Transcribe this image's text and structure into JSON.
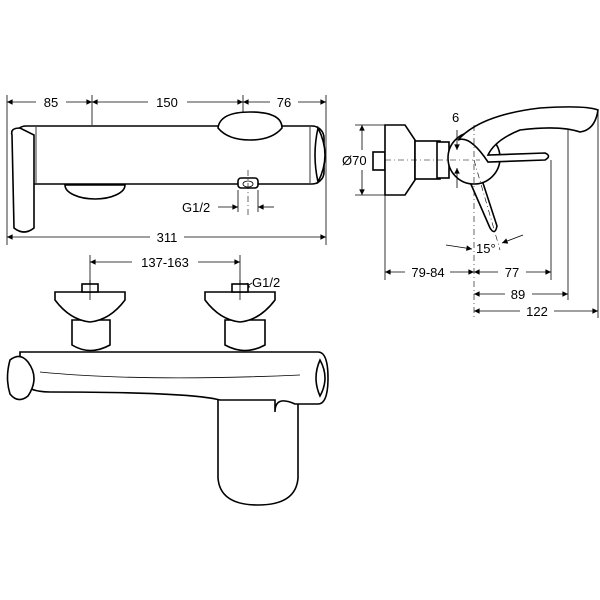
{
  "title": "Wall-mounted bath/shower mixer dimension drawing",
  "front_view": {
    "dims_top": [
      "85",
      "150",
      "76"
    ],
    "thread_label": "G1/2",
    "overall_width": "311"
  },
  "top_view": {
    "inlet_spacing": "137-163",
    "thread_label": "G1/2"
  },
  "side_view": {
    "flange_diameter": "Ø70",
    "offset": "6",
    "lever_angle": "15°",
    "depth_wall": "79-84",
    "depth_lever": "77",
    "depth_spout": "89",
    "depth_total": "122"
  },
  "colors": {
    "line": "#000000",
    "background": "#ffffff"
  }
}
